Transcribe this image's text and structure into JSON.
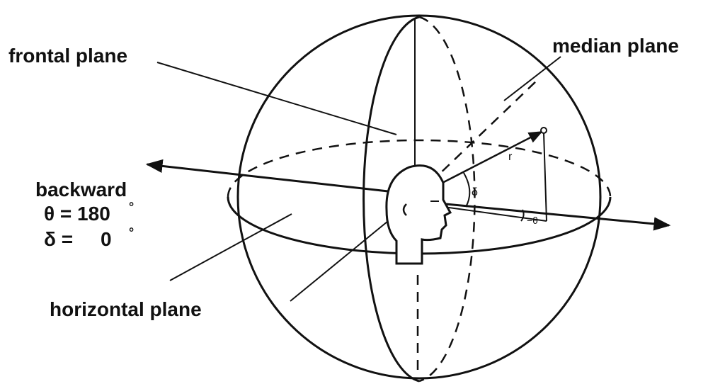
{
  "labels": {
    "frontal_plane": "frontal plane",
    "median_plane": "median plane",
    "horizontal_plane": "horizontal plane",
    "backward": "backward",
    "theta_eq": "θ = 180",
    "delta_eq": "δ =     0",
    "degree": "°",
    "r": "r",
    "delta_small": "δ",
    "minus_theta": "−θ"
  }
}
